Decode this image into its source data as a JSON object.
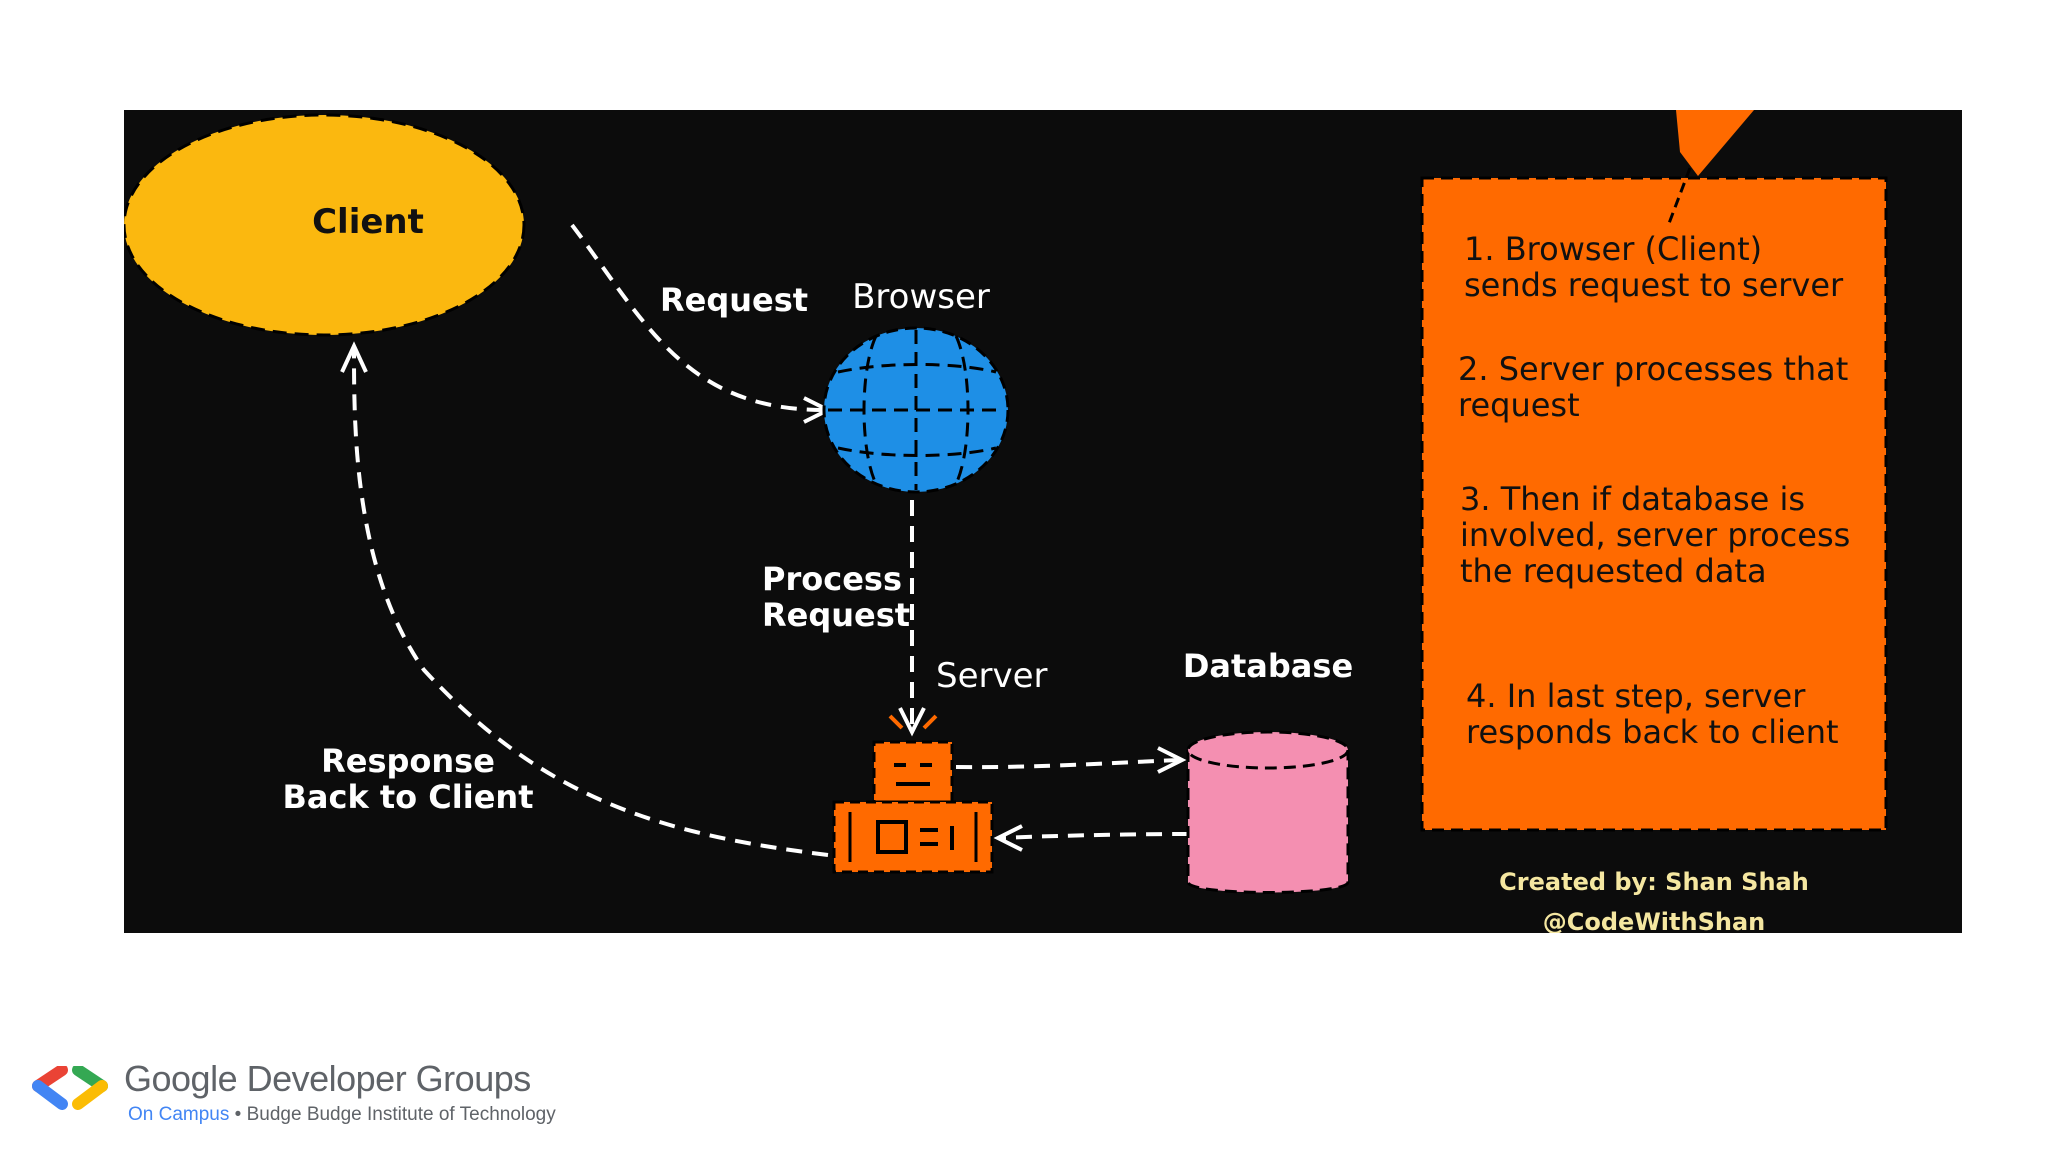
{
  "diagram": {
    "nodes": {
      "client": "Client",
      "browser": "Browser",
      "server": "Server",
      "database": "Database"
    },
    "edges": {
      "request": "Request",
      "process_line1": "Process",
      "process_line2": "Request",
      "response_line1": "Response",
      "response_line2": "Back to Client"
    },
    "steps": [
      {
        "line1": "1. Browser (Client)",
        "line2": "sends request to server",
        "line3": ""
      },
      {
        "line1": "2. Server processes that",
        "line2": "request",
        "line3": ""
      },
      {
        "line1": "3. Then if database is",
        "line2": "involved, server process",
        "line3": "the requested data"
      },
      {
        "line1": "4. In last step, server",
        "line2": "responds back to client",
        "line3": ""
      }
    ],
    "credit": {
      "line1": "Created by: Shan Shah",
      "line2": "@CodeWithShan"
    },
    "colors": {
      "background": "#0c0c0c",
      "client": "#fbb80f",
      "browser": "#1e8fe6",
      "server": "#ff6a00",
      "database": "#f48fb1",
      "note": "#ff6a00",
      "credit": "#f5e7a1"
    }
  },
  "footer": {
    "brand": "Google Developer Groups",
    "campus": "On Campus",
    "separator": " • ",
    "institution": "Budge Budge Institute of Technology"
  }
}
